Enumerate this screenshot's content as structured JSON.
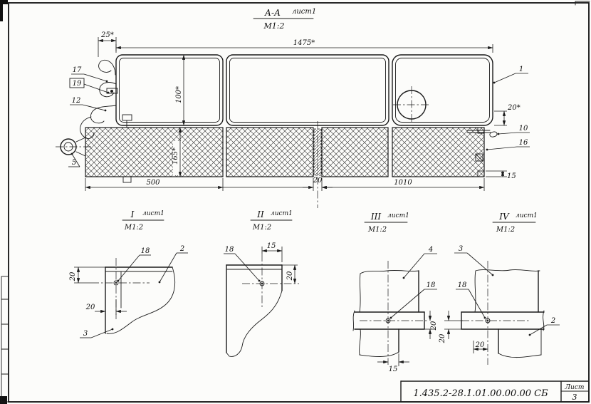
{
  "drawing": {
    "section": {
      "name": "А-А",
      "scale": "М1:2",
      "sheet": "лист1"
    },
    "dims": {
      "d25": "25*",
      "d1475": "1475*",
      "d100": "100*",
      "d165": "165*",
      "d20_flange": "20*",
      "d15_edge": "15",
      "d500": "500",
      "d20_joint": "20",
      "d1010": "1010"
    },
    "callouts": {
      "c1": "1",
      "c5": "5",
      "c10": "10",
      "c12": "12",
      "c16": "16",
      "c17": "17",
      "c19": "19"
    },
    "details": [
      {
        "num": "I",
        "scale": "М1:2",
        "sheet": "лист1",
        "c18": "18",
        "c2": "2",
        "c3": "3",
        "dim_v": "20",
        "dim_h": "20"
      },
      {
        "num": "II",
        "scale": "М1:2",
        "sheet": "лист1",
        "c18": "18",
        "dim_top": "15",
        "dim_v": "20"
      },
      {
        "num": "III",
        "scale": "М1:2",
        "sheet": "лист1",
        "c4": "4",
        "c18": "18",
        "dim_v": "20",
        "dim_b": "15"
      },
      {
        "num": "IV",
        "scale": "М1:2",
        "sheet": "лист1",
        "c3": "3",
        "c18": "18",
        "c2": "2",
        "dim_v": "20",
        "dim_h": "20"
      }
    ]
  },
  "title_block": {
    "doc_number": "1.435.2-28.1.01.00.00.00 СБ",
    "sheet_label": "Лист",
    "sheet_number": "3"
  }
}
